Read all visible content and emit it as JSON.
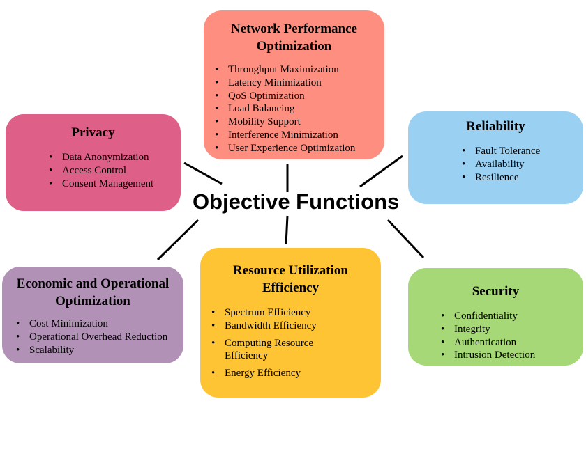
{
  "center_title": "Objective Functions",
  "colors": {
    "network": "#fe8e80",
    "privacy": "#de5f87",
    "reliability": "#9ad1f3",
    "economic": "#b291b7",
    "resource": "#fec433",
    "security": "#a6d878",
    "connector": "#000000"
  },
  "network": {
    "title_line1": "Network Performance",
    "title_line2": "Optimization",
    "items": [
      "Throughput Maximization",
      "Latency Minimization",
      "QoS Optimization",
      "Load Balancing",
      "Mobility Support",
      "Interference Minimization",
      "User Experience Optimization"
    ]
  },
  "privacy": {
    "title": "Privacy",
    "items": [
      "Data Anonymization",
      "Access Control",
      "Consent Management"
    ]
  },
  "reliability": {
    "title": "Reliability",
    "items": [
      "Fault Tolerance",
      "Availability",
      "Resilience"
    ]
  },
  "economic": {
    "title_line1": "Economic and Operational",
    "title_line2": "Optimization",
    "items": [
      "Cost Minimization",
      "Operational Overhead Reduction",
      "Scalability"
    ]
  },
  "resource": {
    "title_line1": "Resource Utilization",
    "title_line2": "Efficiency",
    "items": [
      "Spectrum Efficiency",
      "Bandwidth Efficiency",
      "Computing Resource",
      "Efficiency",
      "Energy Efficiency"
    ]
  },
  "security": {
    "title": "Security",
    "items": [
      "Confidentiality",
      "Integrity",
      "Authentication",
      "Intrusion Detection"
    ]
  }
}
